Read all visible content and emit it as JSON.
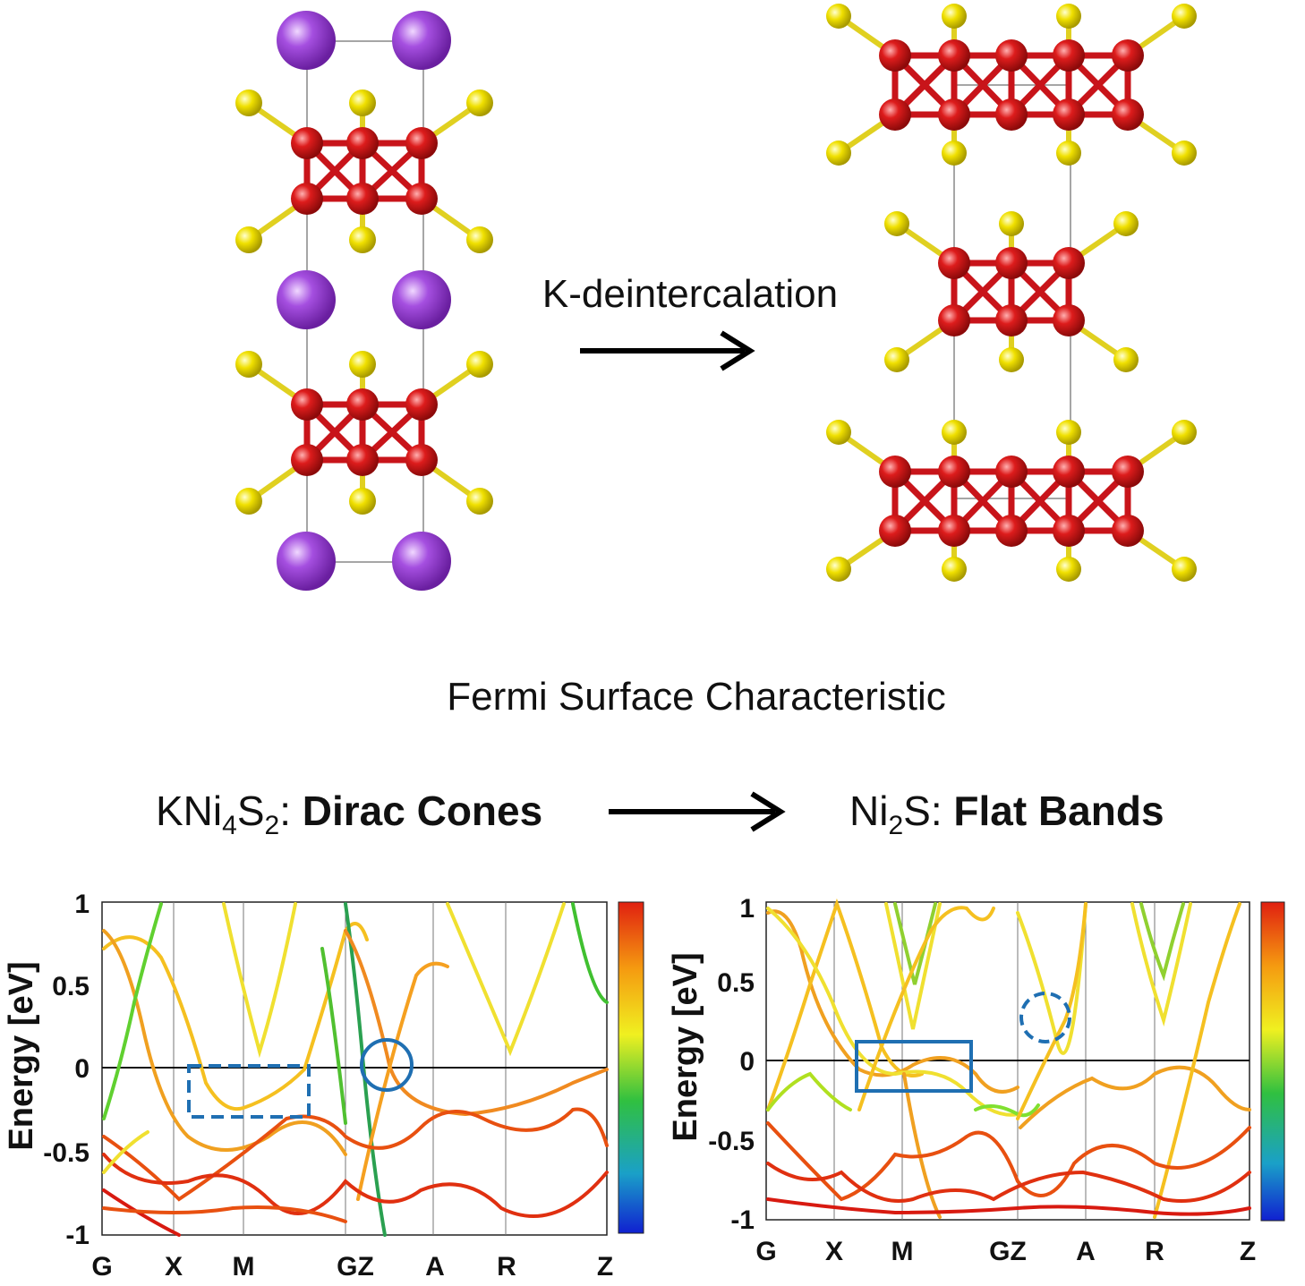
{
  "arrow_label": "K-deintercalation",
  "section_title": "Fermi Surface Characteristic",
  "left_heading": {
    "prefix": "KNi",
    "sub1": "4",
    "mid": "S",
    "sub2": "2",
    "colon": ": ",
    "bold": "Dirac Cones"
  },
  "right_heading": {
    "prefix": "Ni",
    "sub1": "2",
    "mid": "S",
    "colon": ": ",
    "bold": "Flat Bands"
  },
  "colors": {
    "K": "#9b3fd0",
    "Ni": "#d61a1a",
    "S": "#f2e600",
    "bond_ni": "#c8141a",
    "highlight": "#1f6fb2"
  },
  "chart_data": [
    {
      "type": "line",
      "title": "",
      "ylabel": "Energy [eV]",
      "ylim": [
        -1,
        1
      ],
      "yticks": [
        "1",
        "0.5",
        "0",
        "-0.5",
        "-1"
      ],
      "kpath": [
        "G",
        "X",
        "M",
        "GZ",
        "A",
        "R",
        "Z"
      ],
      "fermi_level": 0
    },
    {
      "type": "line",
      "title": "",
      "ylabel": "Energy [eV]",
      "ylim": [
        -1,
        1
      ],
      "yticks": [
        "1",
        "0.5",
        "0",
        "-0.5",
        "-1"
      ],
      "kpath": [
        "G",
        "X",
        "M",
        "GZ",
        "A",
        "R",
        "Z"
      ],
      "fermi_level": 0
    }
  ]
}
